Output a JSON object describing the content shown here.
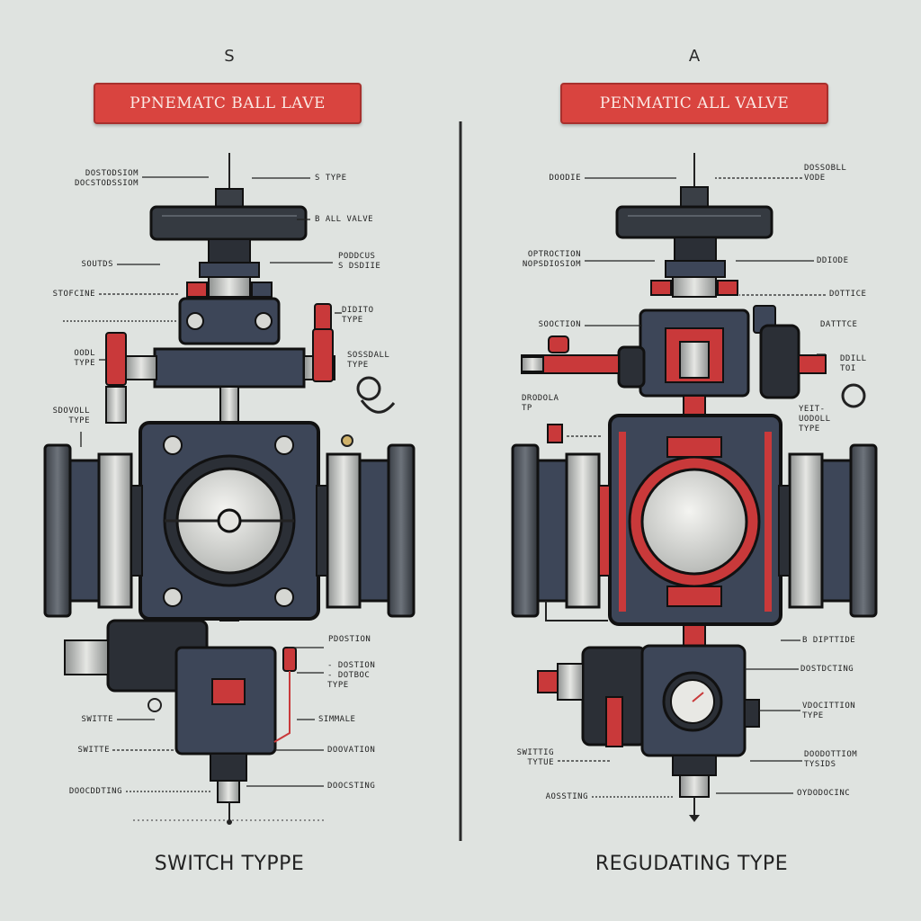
{
  "left": {
    "mark": "S",
    "banner": "PPNEMATC BALL LAVE",
    "caption": "SWITCH TYPPE",
    "labels": {
      "l1": "DOSTODSIOM\nDOCSTODSSIOM",
      "l2": "SOUTDS",
      "l3": "STOFCINE",
      "l4": "OODL\nTYPE",
      "l5": "SDOVOLL\nTYPE",
      "l6": "SWITTE",
      "l7": "SWITTE",
      "l8": "DOOCDDTING",
      "r1": "S TYPE",
      "r2": "B ALL VALVE",
      "r3": "PODDCUS\nS DSDIIE",
      "r4": "DIDITO\nTYPE",
      "r5": "SOSSDALL\nTYPE",
      "r6": "PDOSTION",
      "r7": "- DOSTION\n- DOTBOC\nTYPE",
      "r8": "SIMMALE",
      "r9": "DOOVATION",
      "r10": "DOOCSTING"
    }
  },
  "right": {
    "mark": "A",
    "banner": "PENMATIC ALL VALVE",
    "caption": "REGUDATING TYPE",
    "labels": {
      "l1": "DOODIE",
      "l2": "OPTROCTION\nNOPSDIOSIOM",
      "l3": "SOOCTION",
      "l4": "DRODOLA\nTP",
      "l5": "SWITTIG\nTYTUE",
      "l6": "AOSSTING",
      "r1": "DOSSOBLL\nVODE",
      "r2": "DDIODE",
      "r3": "DOTTICE",
      "r4": "DATTTCE",
      "r5": "DDILL\nTOI",
      "r6": "YEIT-\nUODOLL\nTYPE",
      "r7": "B DIPTTIDE",
      "r8": "DOSTDCTING",
      "r9": "VDOCITTION\nTYPE",
      "r10": "DOODOTTIOM\nTYSIDS",
      "r11": "OYDODOCINC"
    }
  },
  "colors": {
    "background": "#dfe3e0",
    "banner_red": "#d9443f",
    "body_navy": "#3d4658",
    "dark": "#2b2f36",
    "accent_red": "#c9393a",
    "metal": "#c9cbc8"
  }
}
